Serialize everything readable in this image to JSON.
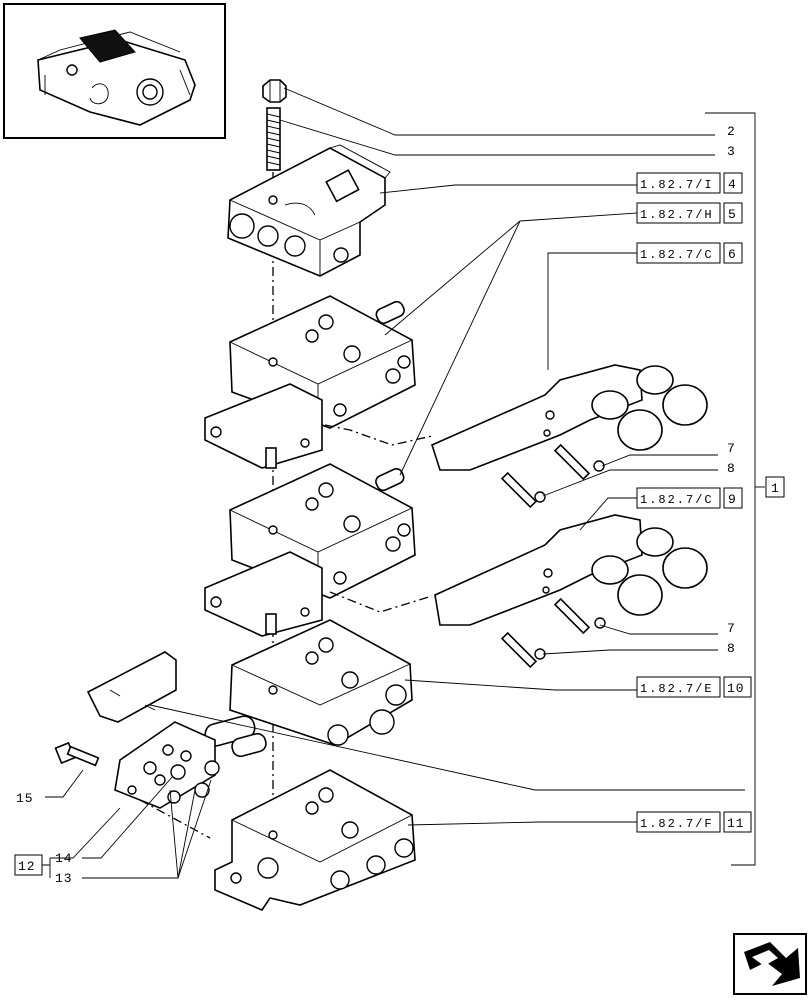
{
  "callouts": {
    "c2": "2",
    "c3": "3",
    "c4_ref": "1.82.7/I",
    "c4": "4",
    "c5_ref": "1.82.7/H",
    "c5": "5",
    "c6_ref": "1.82.7/C",
    "c6": "6",
    "c7a": "7",
    "c8a": "8",
    "c1": "1",
    "c9_ref": "1.82.7/C",
    "c9": "9",
    "c7b": "7",
    "c8b": "8",
    "c10_ref": "1.82.7/E",
    "c10": "10",
    "c15": "15",
    "c11_ref": "1.82.7/F",
    "c11": "11",
    "c12": "12",
    "c14": "14",
    "c13": "13"
  },
  "nav": {
    "icon": "next-page-arrow-icon"
  },
  "thumbnail": {
    "icon": "assembly-overview-thumbnail"
  }
}
